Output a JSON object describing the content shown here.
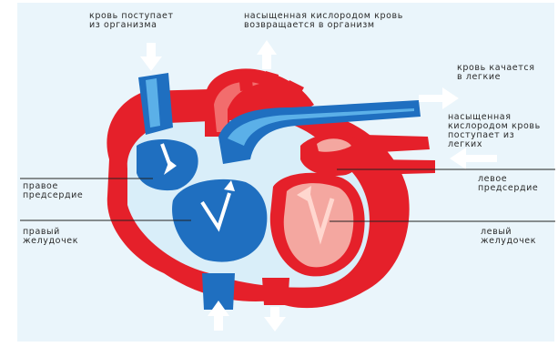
{
  "labels": {
    "blood_enters": "кровь поступает\nиз организма",
    "oxygenated_returns": "насыщенная кислородом кровь\nвозвращается в организм",
    "pumped_to_lungs": "кровь качается\nв легкие",
    "oxygenated_from_lungs": "насыщенная\nкислородом кровь\nпоступает из\nлегких",
    "right_atrium": "правое\nпредсердие",
    "right_ventricle": "правый\nжелудочек",
    "left_atrium": "левое\nпредсердие",
    "left_ventricle": "левый\nжелудочек"
  },
  "colors": {
    "background": "#eaf5fb",
    "deoxygenated_blue": "#1f6fc0",
    "light_blue": "#5bb0e8",
    "oxygenated_red": "#e5202a",
    "dark_red": "#b8141c",
    "pink": "#f4a7a0",
    "white_arrow": "#ffffff"
  }
}
